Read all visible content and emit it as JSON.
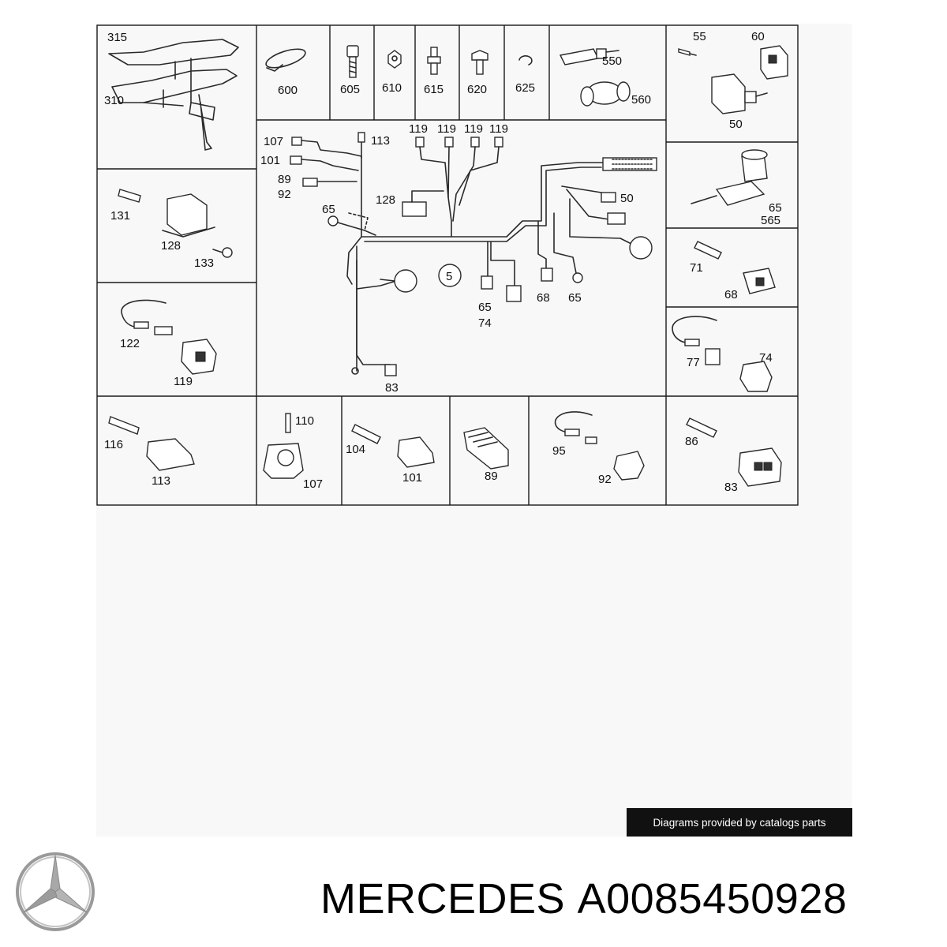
{
  "diagram": {
    "panels": [
      {
        "id": "harness-bracket",
        "labels": [
          "315",
          "310"
        ]
      },
      {
        "id": "cable-tie",
        "labels": [
          "600"
        ]
      },
      {
        "id": "bolt",
        "labels": [
          "605"
        ]
      },
      {
        "id": "nut",
        "labels": [
          "610"
        ]
      },
      {
        "id": "stud",
        "labels": [
          "615"
        ]
      },
      {
        "id": "screw",
        "labels": [
          "620"
        ]
      },
      {
        "id": "clip",
        "labels": [
          "625"
        ]
      },
      {
        "id": "grommets",
        "labels": [
          "550",
          "560"
        ]
      },
      {
        "id": "relay-connector",
        "labels": [
          "55",
          "60",
          "50"
        ]
      },
      {
        "id": "main-harness",
        "labels": [
          "107",
          "113",
          "119",
          "119",
          "119",
          "119",
          "101",
          "89",
          "92",
          "128",
          "50",
          "65",
          "5",
          "65",
          "74",
          "68",
          "65",
          "83"
        ]
      },
      {
        "id": "connector-128",
        "labels": [
          "131",
          "128",
          "133"
        ]
      },
      {
        "id": "sensor-65",
        "labels": [
          "65",
          "565"
        ]
      },
      {
        "id": "connector-68",
        "labels": [
          "71",
          "68"
        ]
      },
      {
        "id": "connector-119",
        "labels": [
          "122",
          "119"
        ]
      },
      {
        "id": "connector-74",
        "labels": [
          "77",
          "74"
        ]
      },
      {
        "id": "connector-113",
        "labels": [
          "116",
          "113"
        ]
      },
      {
        "id": "sensor-107",
        "labels": [
          "110",
          "107"
        ]
      },
      {
        "id": "connector-101",
        "labels": [
          "104",
          "101"
        ]
      },
      {
        "id": "boot-89",
        "labels": [
          "89"
        ]
      },
      {
        "id": "connector-92",
        "labels": [
          "95",
          "92"
        ]
      },
      {
        "id": "connector-83",
        "labels": [
          "86",
          "83"
        ]
      }
    ]
  },
  "credit": "Diagrams provided by catalogs parts",
  "caption": {
    "brand": "MERCEDES",
    "part_number": "A0085450928"
  },
  "logo": {
    "icon": "three-pointed-star-icon",
    "color": "#9a9a9a"
  }
}
